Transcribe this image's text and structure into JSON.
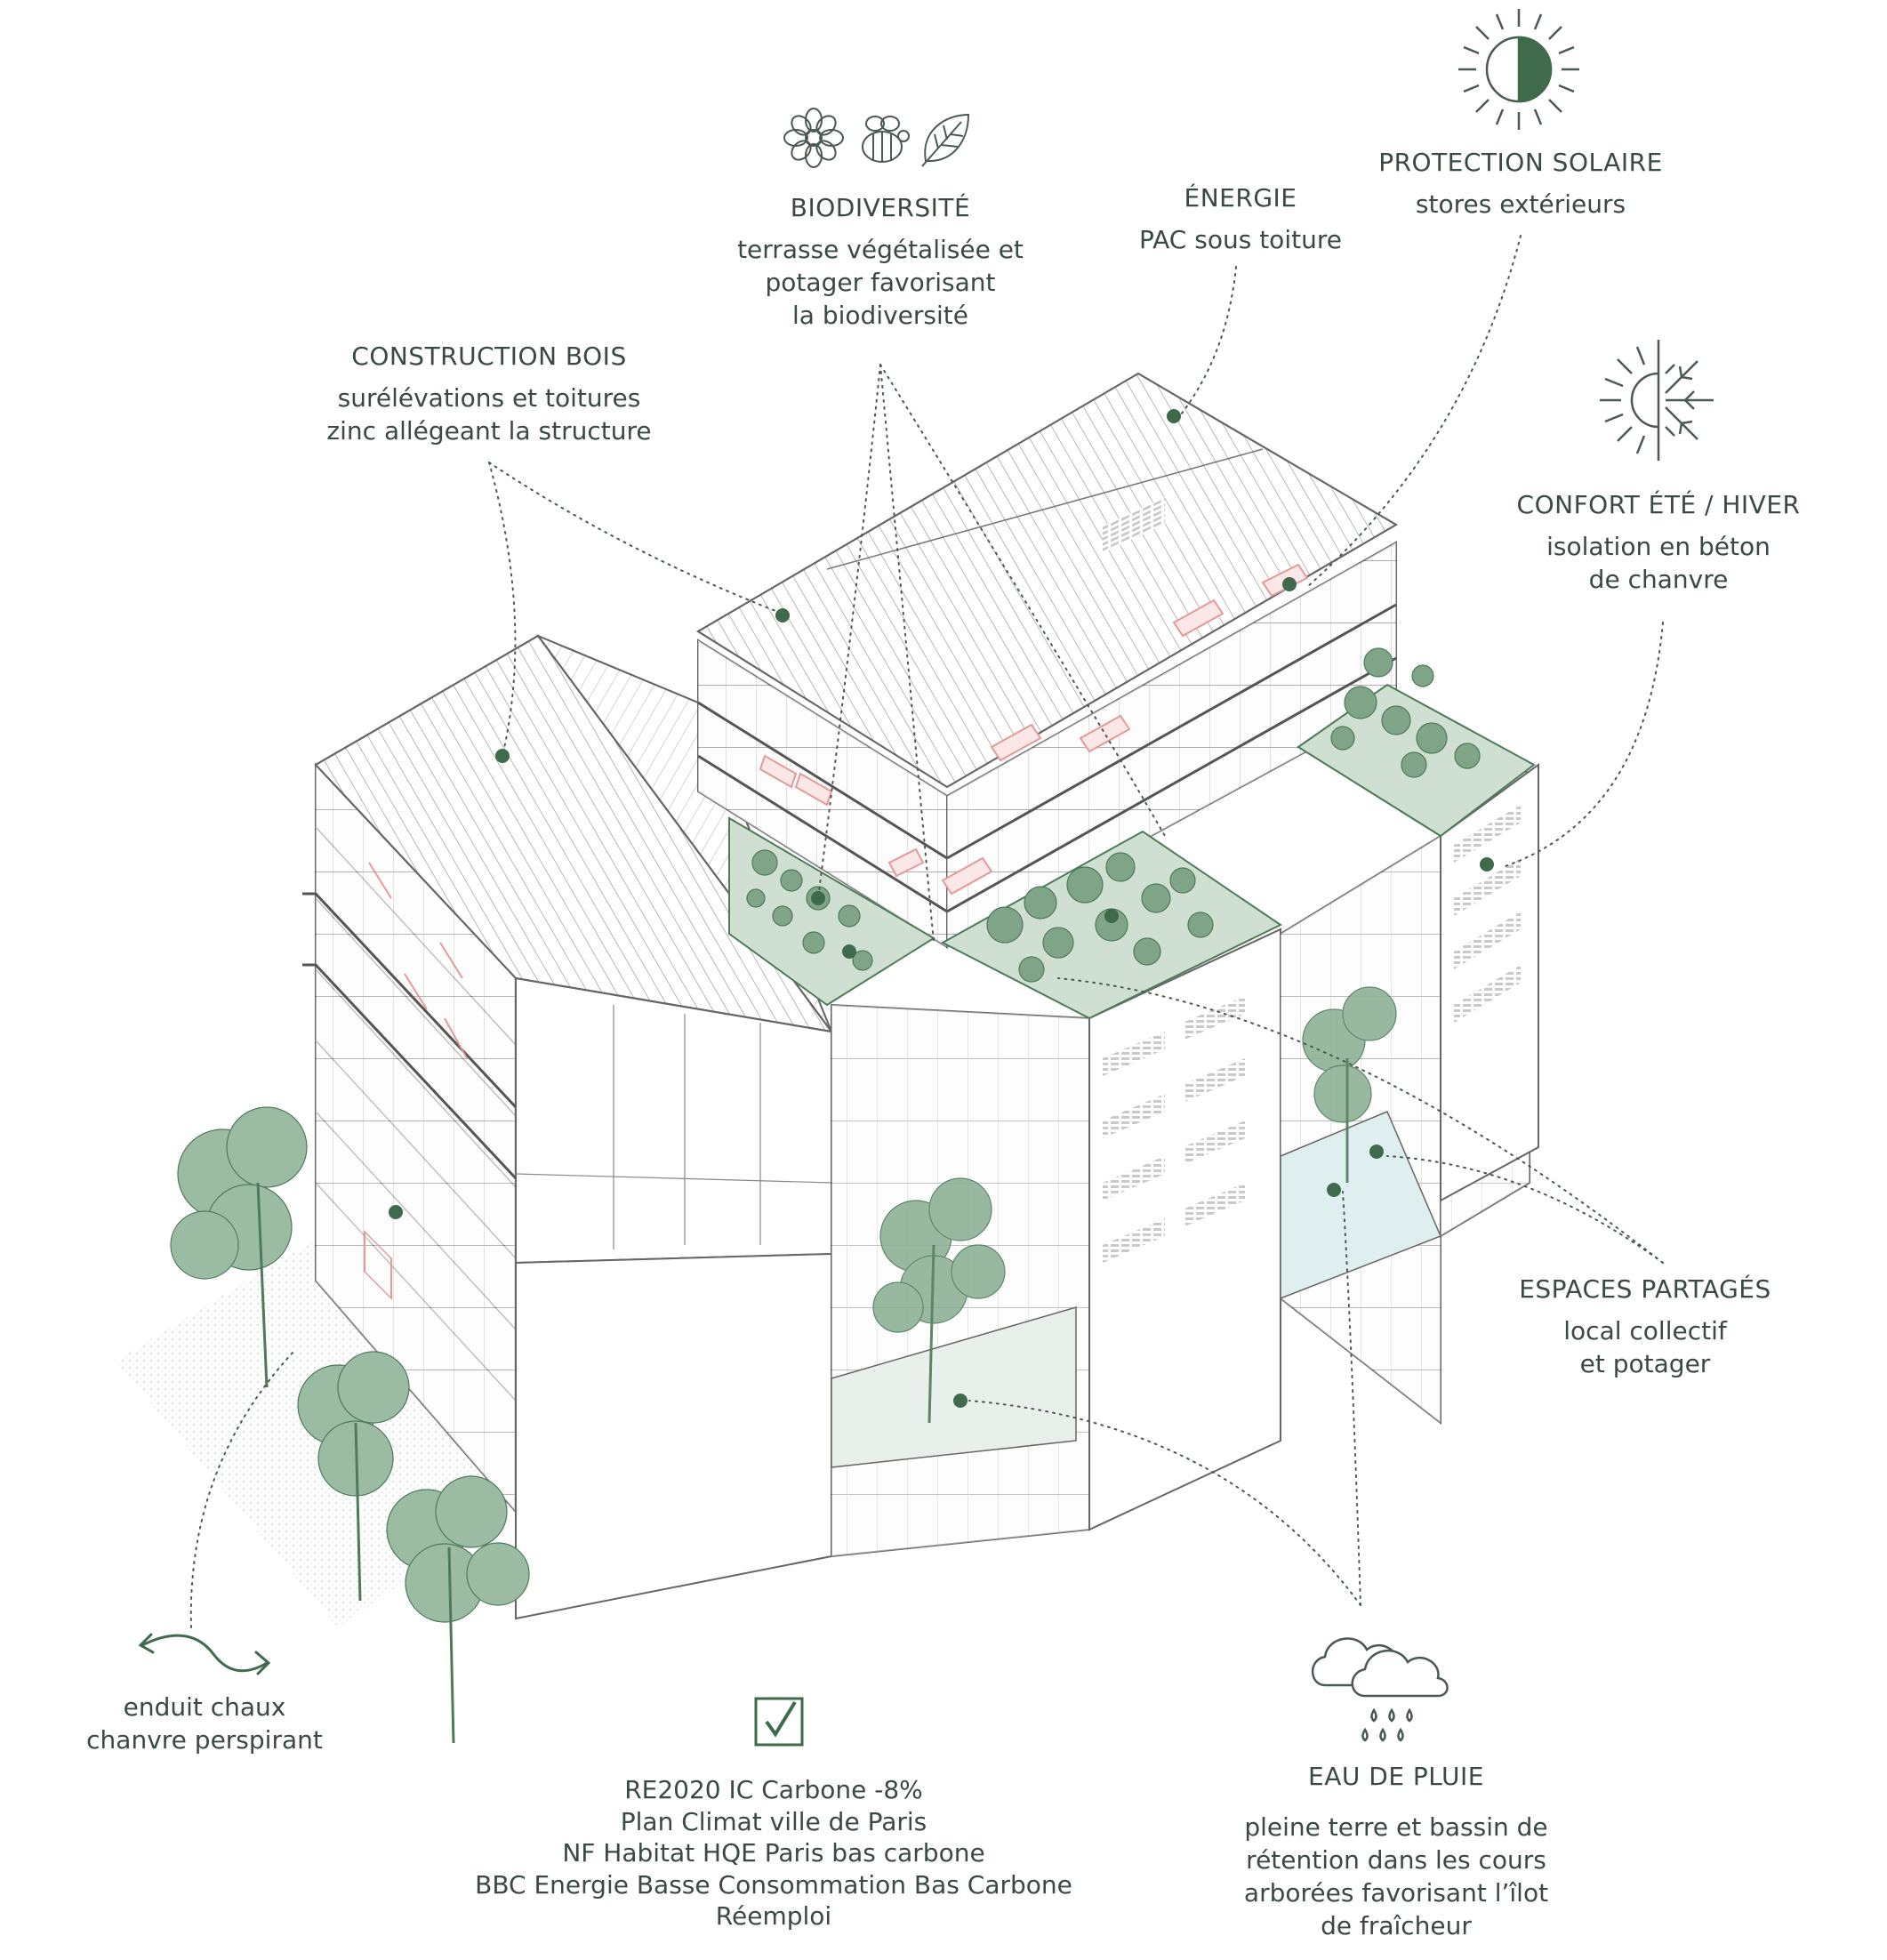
{
  "colors": {
    "accent": "#3f6b4c",
    "leader": "#4a5a50",
    "vegetation": "#7fa487",
    "vegetation_dark": "#4f7a5a",
    "building_line": "#6a6a6a",
    "awning": "#e39a9a",
    "water": "#dfeeee"
  },
  "icons": [
    "flower-icon",
    "bee-icon",
    "leaf-icon",
    "sun-half-icon",
    "sun-snowflake-icon",
    "rain-cloud-icon",
    "swap-arrows-icon",
    "checkbox-check-icon"
  ],
  "labels": {
    "biodiversite": {
      "title": "BIODIVERSITÉ",
      "lines": [
        "terrasse végétalisée et",
        "potager favorisant",
        "la biodiversité"
      ]
    },
    "energie": {
      "title": "ÉNERGIE",
      "lines": [
        "PAC sous toiture"
      ]
    },
    "protection": {
      "title": "PROTECTION SOLAIRE",
      "lines": [
        "stores extérieurs"
      ]
    },
    "construction": {
      "title": "CONSTRUCTION BOIS",
      "lines": [
        "surélévations et toitures",
        "zinc allégeant la structure"
      ]
    },
    "confort": {
      "title": "CONFORT ÉTÉ / HIVER",
      "lines": [
        "isolation en béton",
        "de chanvre"
      ]
    },
    "espaces": {
      "title": "ESPACES PARTAGÉS",
      "lines": [
        "local collectif",
        "et potager"
      ]
    },
    "eau": {
      "title": "EAU DE PLUIE",
      "lines": [
        "pleine terre et bassin de",
        "rétention dans les cours",
        "arborées favorisant l’îlot",
        "de fraîcheur"
      ]
    },
    "enduit": {
      "lines": [
        "enduit chaux",
        "chanvre perspirant"
      ]
    }
  },
  "certifications": [
    "RE2020 IC Carbone -8%",
    "Plan Climat ville de Paris",
    "NF Habitat HQE Paris bas carbone",
    "BBC Energie Basse Consommation Bas Carbone",
    "Réemploi"
  ]
}
